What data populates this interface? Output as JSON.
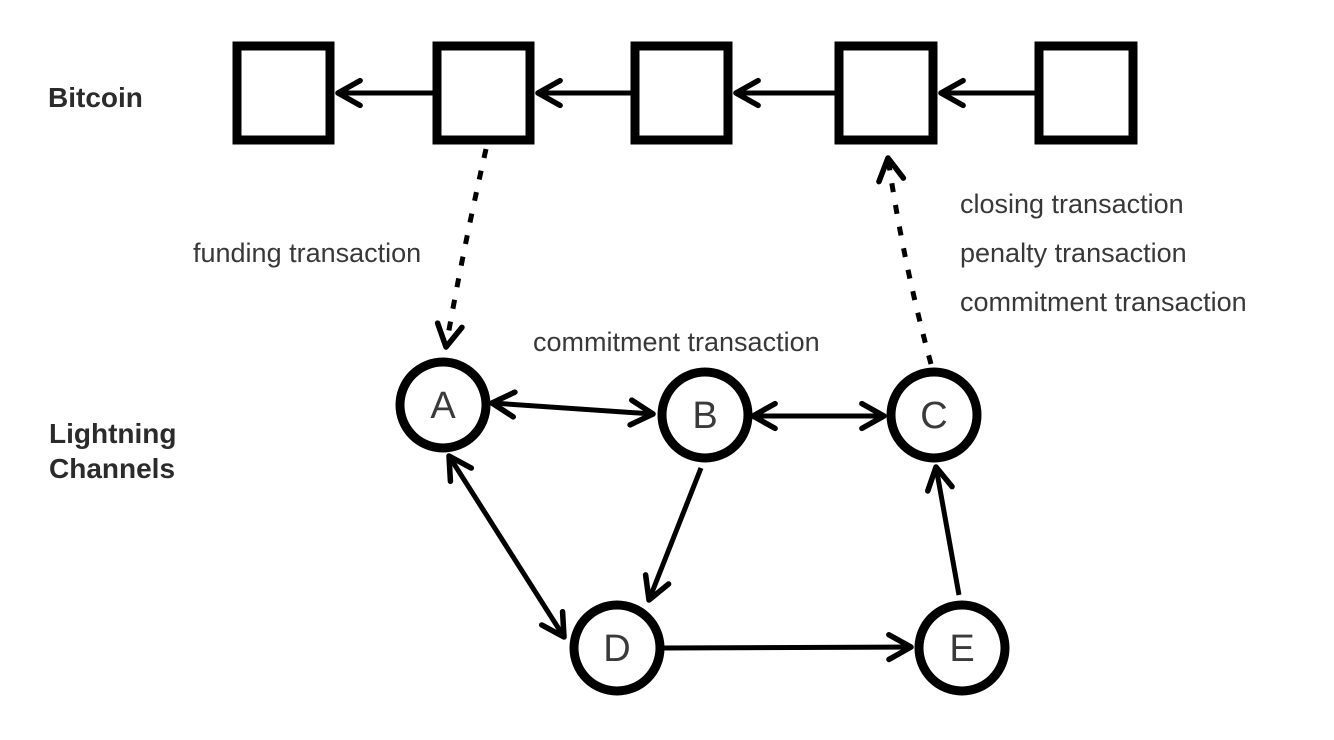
{
  "diagram": {
    "description": "Bitcoin blockchain with Lightning Network payment channels"
  },
  "labels": {
    "bitcoin": "Bitcoin",
    "lightning_line1": "Lightning",
    "lightning_line2": "Channels"
  },
  "annotations": {
    "funding": "funding transaction",
    "channel_commitment": "commitment transaction",
    "closing": "closing transaction",
    "penalty": "penalty transaction",
    "onchain_commitment": "commitment transaction"
  },
  "blockchain": {
    "block_count": 5,
    "link_direction": "left"
  },
  "nodes": [
    {
      "id": "A",
      "label": "A"
    },
    {
      "id": "B",
      "label": "B"
    },
    {
      "id": "C",
      "label": "C"
    },
    {
      "id": "D",
      "label": "D"
    },
    {
      "id": "E",
      "label": "E"
    }
  ],
  "edges": [
    {
      "from": "A",
      "to": "B",
      "bidirectional": true
    },
    {
      "from": "B",
      "to": "C",
      "bidirectional": true
    },
    {
      "from": "A",
      "to": "D",
      "bidirectional": true
    },
    {
      "from": "B",
      "to": "D",
      "bidirectional": false
    },
    {
      "from": "D",
      "to": "E",
      "bidirectional": false
    },
    {
      "from": "E",
      "to": "C",
      "bidirectional": false
    }
  ],
  "colors": {
    "stroke": "#000000",
    "heading_text": "#2b2b2b",
    "annotation_text": "#383838",
    "node_text": "#3a3a3a",
    "background": "#ffffff"
  }
}
